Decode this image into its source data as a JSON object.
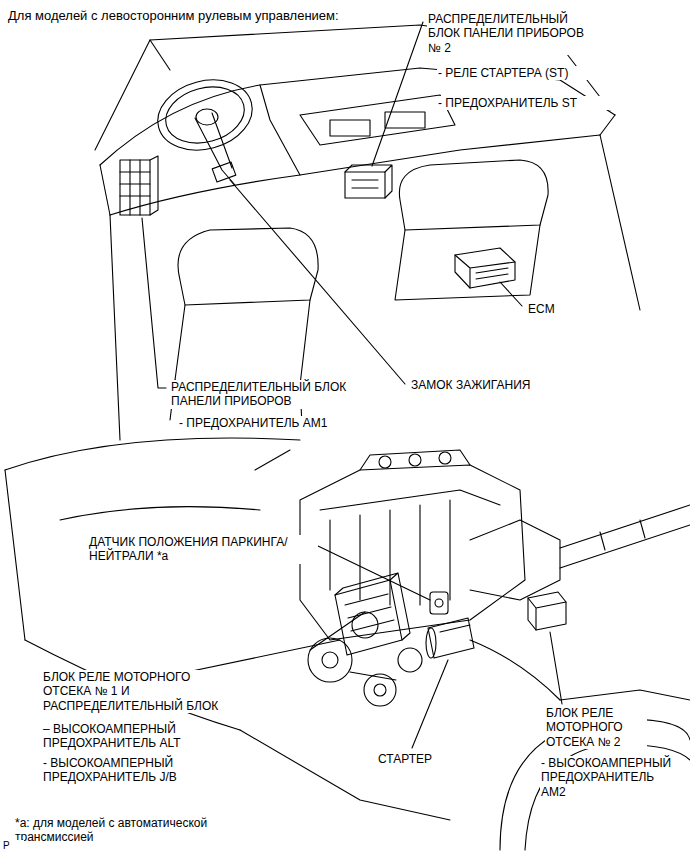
{
  "diagram": {
    "title": "Для моделей с левосторонним рулевым управлением:",
    "labels": [
      "РАСПРЕДЕЛИТЕЛЬНЫЙ БЛОК ПАНЕЛИ ПРИБОРОВ № 2",
      "- РЕЛЕ СТАРТЕРА (ST)",
      "- ПРЕДОХРАНИТЕЛЬ ST",
      "ECM",
      "РАСПРЕДЕЛИТЕЛЬНЫЙ БЛОК ПАНЕЛИ ПРИБОРОВ",
      "- ПРЕДОХРАНИТЕЛЬ AM1",
      "ЗАМОК ЗАЖИГАНИЯ",
      "ДАТЧИК ПОЛОЖЕНИЯ ПАРКИНГА/ НЕЙТРАЛИ *a",
      "БЛОК РЕЛЕ МОТОРНОГО ОТСЕКА № 1 И РАСПРЕДЕЛИТЕЛЬНЫЙ БЛОК",
      "– ВЫСОКОАМПЕРНЫЙ ПРЕДОХРАНИТЕЛЬ ALT",
      "- ВЫСОКОАМПЕРНЫЙ ПРЕДОХРАНИТЕЛЬ J/B",
      "СТАРТЕР",
      "БЛОК РЕЛЕ МОТОРНОГО ОТСЕКА № 2",
      "- ВЫСОКОАМПЕРНЫЙ ПРЕДОХРАНИТЕЛЬ AM2",
      "*a: для моделей с автоматической трансмиссией",
      "P"
    ]
  }
}
